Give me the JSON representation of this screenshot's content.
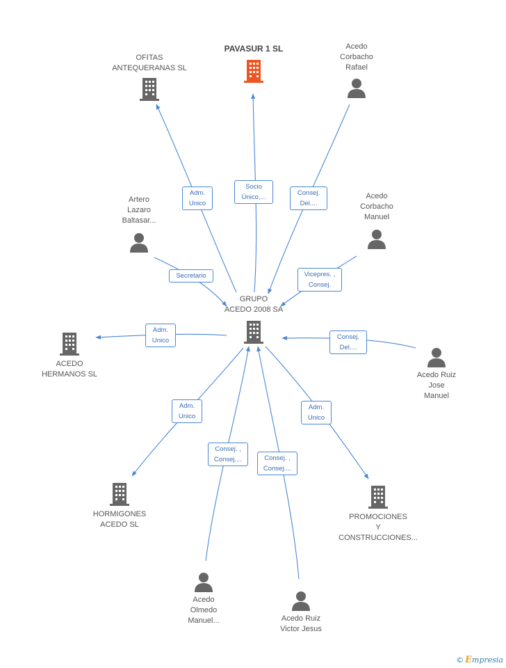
{
  "colors": {
    "edge": "#4a88d6",
    "icon": "#666666",
    "focus": "#ee5522"
  },
  "nodes": {
    "ofitas": {
      "label": "OFITAS\nANTEQUERANAS SL",
      "kind": "company"
    },
    "pavasur": {
      "label": "PAVASUR 1 SL",
      "kind": "company-focus"
    },
    "acedo_rafael": {
      "label": "Acedo\nCorbacho\nRafael",
      "kind": "person"
    },
    "artero": {
      "label": "Artero\nLazaro\nBaltasar...",
      "kind": "person"
    },
    "acedo_manuel": {
      "label": "Acedo\nCorbacho\nManuel",
      "kind": "person"
    },
    "grupo": {
      "label": "GRUPO\nACEDO 2008 SA",
      "kind": "company"
    },
    "acedo_hermanos": {
      "label": "ACEDO\nHERMANOS SL",
      "kind": "company"
    },
    "acedo_jose": {
      "label": "Acedo Ruiz\nJose\nManuel",
      "kind": "person"
    },
    "hormigones": {
      "label": "HORMIGONES\nACEDO SL",
      "kind": "company"
    },
    "promociones": {
      "label": "PROMOCIONES\nY\nCONSTRUCCIONES...",
      "kind": "company"
    },
    "acedo_olmedo": {
      "label": "Acedo\nOlmedo\nManuel...",
      "kind": "person"
    },
    "acedo_victor": {
      "label": "Acedo Ruiz\nVictor Jesus",
      "kind": "person"
    }
  },
  "edges": {
    "ofitas": "Adm.\nUnico",
    "pavasur": "Socio\nÚnico,...",
    "rafael": "Consej.\nDel....",
    "artero": "Secretario",
    "manuel": "Vicepres. ,\nConsej.",
    "hermanos": "Adm.\nUnico",
    "jose": "Consej.\nDel....",
    "hormigones": "Adm.\nUnico",
    "olmedo": "Consej. ,\nConsej....",
    "victor": "Consej. ,\nConsej....",
    "promociones": "Adm.\nUnico"
  },
  "brand": {
    "copyright": "©",
    "name": "mpresia",
    "initial": "E"
  }
}
